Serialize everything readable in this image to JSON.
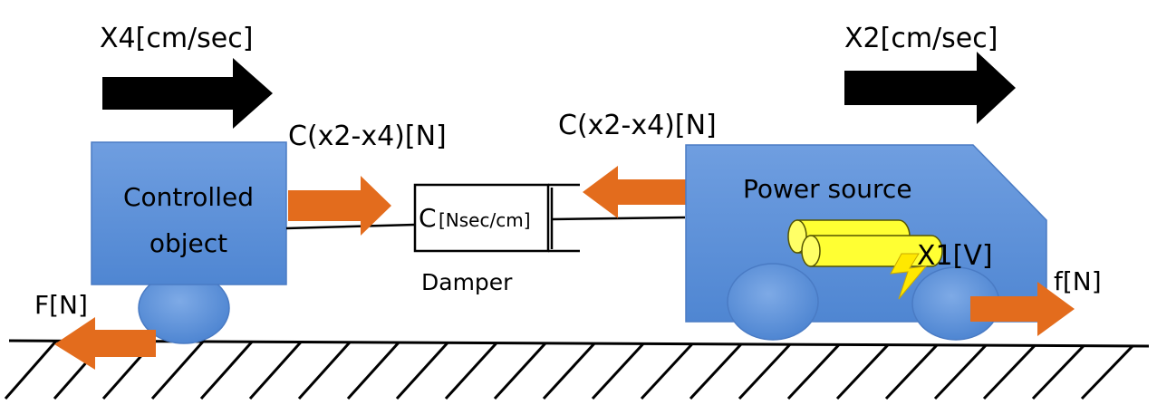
{
  "labels": {
    "velocity_left": "X4[cm/sec]",
    "velocity_right": "X2[cm/sec]",
    "force_left_top": "C(x2-x4)[N]",
    "force_right_top": "C(x2-x4)[N]",
    "controlled_object_line1": "Controlled",
    "controlled_object_line2": "object",
    "damper_symbol": "C",
    "damper_unit": "[Nsec/cm]",
    "damper_name": "Damper",
    "power_source": "Power source",
    "voltage": "X1[V]",
    "force_F": "F[N]",
    "force_f": "f[N]"
  },
  "colors": {
    "box_fill": "#5b8fd6",
    "box_stroke": "#4a7bc4",
    "wheel_fill": "#5a90d8",
    "arrow_orange": "#e36c1d",
    "arrow_black": "#000000",
    "battery_yellow": "#ffff33",
    "spark_yellow": "#ffe800",
    "ground": "#000000"
  }
}
